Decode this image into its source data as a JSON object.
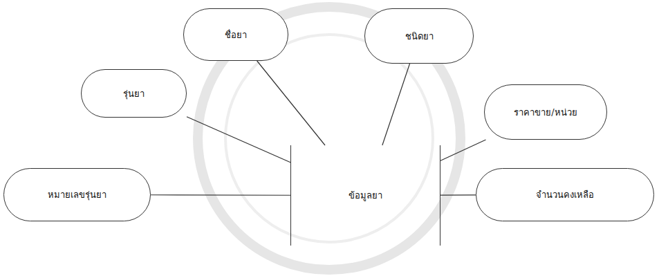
{
  "diagram": {
    "nodes": [
      {
        "text": [
          "ชื่อยา"
        ]
      },
      {
        "text": [
          "ชนิดยา"
        ]
      },
      {
        "text": [
          "รุ่นยา"
        ]
      },
      {
        "text": [
          "ราคาขาย/หน่วย"
        ]
      },
      {
        "text": [
          "หมายเลขรุ่นยา"
        ]
      },
      {
        "text": [
          "ข้อมูลยา"
        ]
      },
      {
        "text": [
          "จำนวนคงเหลือ"
        ]
      }
    ],
    "edges": [
      {
        "from": 0,
        "to": 5,
        "arrow": "none"
      },
      {
        "from": 1,
        "to": 5,
        "arrow": "none"
      },
      {
        "from": 2,
        "to": 5,
        "arrow": "none"
      },
      {
        "from": 3,
        "to": 5,
        "arrow": "none"
      },
      {
        "from": 4,
        "to": 5,
        "arrow": "none"
      },
      {
        "from": 6,
        "to": 5,
        "arrow": "none"
      }
    ]
  }
}
